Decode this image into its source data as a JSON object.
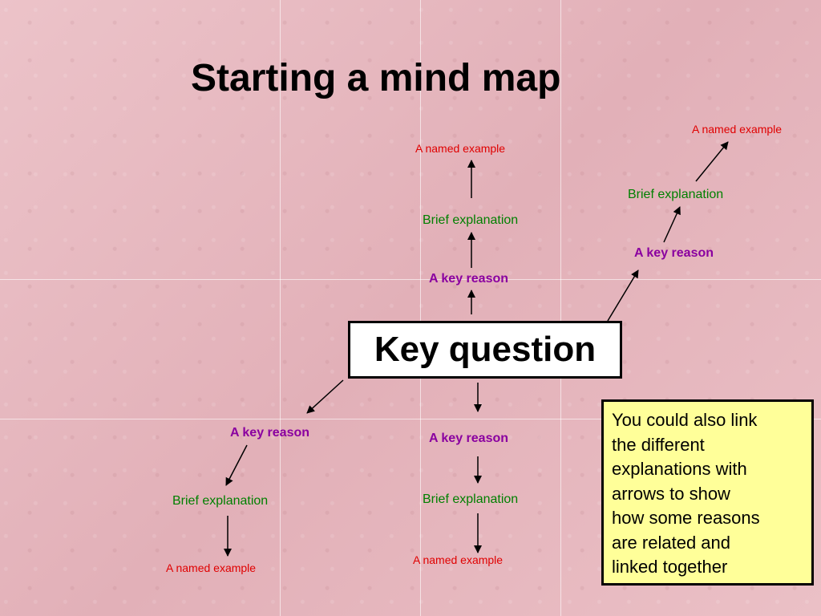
{
  "title": "Starting a mind map",
  "key_question": "Key question",
  "branches": {
    "top": {
      "reason": "A key reason",
      "explanation": "Brief explanation",
      "example": "A named example"
    },
    "top_right": {
      "reason": "A key reason",
      "explanation": "Brief explanation",
      "example": "A named example"
    },
    "bottom_left": {
      "reason": "A key reason",
      "explanation": "Brief explanation",
      "example": "A named example"
    },
    "bottom_center": {
      "reason": "A key reason",
      "explanation": "Brief explanation",
      "example": "A named example"
    }
  },
  "note": "You could also link\nthe different\nexplanations with\narrows to show\nhow some reasons\nare related and\nlinked together",
  "colors": {
    "reason": "#8a00a0",
    "explanation": "#008000",
    "example": "#e00000",
    "note_bg": "#ffff99"
  }
}
